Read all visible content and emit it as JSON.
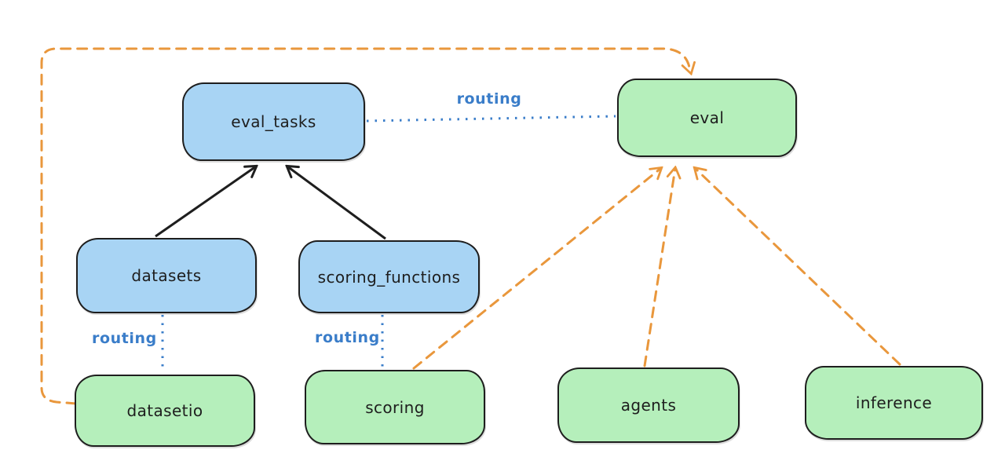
{
  "diagram": {
    "type": "flow-diagram",
    "background": "#ffffff",
    "colors": {
      "blue_node_fill": "#a8d4f4",
      "green_node_fill": "#b5efbb",
      "node_stroke": "#1e1e1e",
      "routing_blue": "#3a7dc9",
      "dashed_orange": "#e9973c",
      "solid_arrow_black": "#1e1e1e"
    },
    "nodes": [
      {
        "id": "eval_tasks",
        "label": "eval_tasks",
        "fill": "blue"
      },
      {
        "id": "eval",
        "label": "eval",
        "fill": "green"
      },
      {
        "id": "datasets",
        "label": "datasets",
        "fill": "blue"
      },
      {
        "id": "scoring_functions",
        "label": "scoring_functions",
        "fill": "blue"
      },
      {
        "id": "datasetio",
        "label": "datasetio",
        "fill": "green"
      },
      {
        "id": "scoring",
        "label": "scoring",
        "fill": "green"
      },
      {
        "id": "agents",
        "label": "agents",
        "fill": "green"
      },
      {
        "id": "inference",
        "label": "inference",
        "fill": "green"
      }
    ],
    "edges": [
      {
        "from": "datasets",
        "to": "eval_tasks",
        "style": "solid-black-arrow"
      },
      {
        "from": "scoring_functions",
        "to": "eval_tasks",
        "style": "solid-black-arrow"
      },
      {
        "from": "eval_tasks",
        "to": "eval",
        "style": "dotted-blue",
        "label": "routing"
      },
      {
        "from": "datasets",
        "to": "datasetio",
        "style": "dotted-blue",
        "label": "routing"
      },
      {
        "from": "scoring_functions",
        "to": "scoring",
        "style": "dotted-blue",
        "label": "routing"
      },
      {
        "from": "datasetio",
        "to": "eval",
        "style": "dashed-orange-arrow"
      },
      {
        "from": "scoring",
        "to": "eval",
        "style": "dashed-orange-arrow"
      },
      {
        "from": "agents",
        "to": "eval",
        "style": "dashed-orange-arrow"
      },
      {
        "from": "inference",
        "to": "eval",
        "style": "dashed-orange-arrow"
      }
    ],
    "edge_labels": [
      {
        "text": "routing"
      },
      {
        "text": "routing"
      },
      {
        "text": "routing"
      }
    ]
  }
}
